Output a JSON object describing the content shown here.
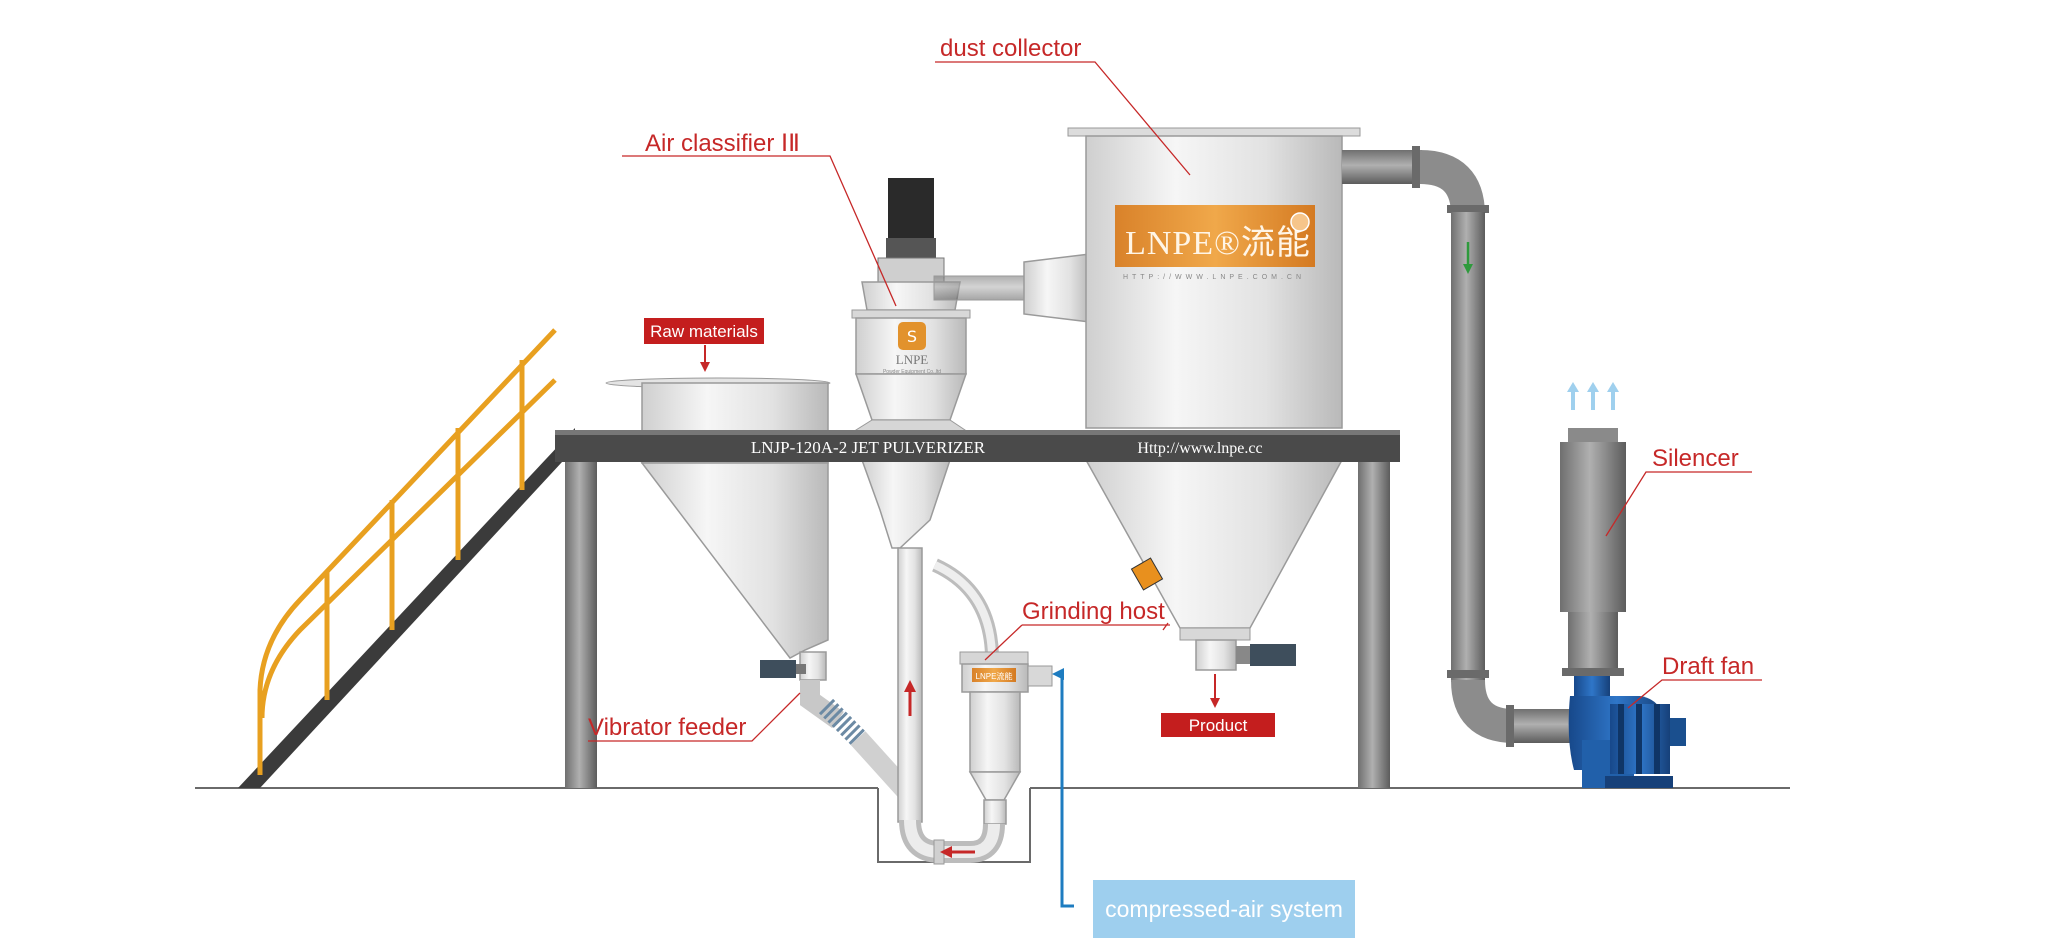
{
  "labels": {
    "dust_collector": "dust collector",
    "air_classifier": "Air classifier ⅠⅡ",
    "raw_materials": "Raw materials",
    "platform_model": "LNJP-120A-2 JET PULVERIZER",
    "platform_url": "Http://www.lnpe.cc",
    "grinding_host": "Grinding host",
    "vibrator_feeder": "Vibrator feeder",
    "product": "Product",
    "silencer": "Silencer",
    "draft_fan": "Draft fan",
    "compressed_air": "compressed-air system"
  },
  "branding": {
    "logo_text": "LNPE®流能",
    "logo_url": "HTTP://WWW.LNPE.COM.CN",
    "classifier_brand": "LNPE",
    "classifier_sub": "Powder Equipment Co.,ltd",
    "grinder_plate": "LNPE流能"
  },
  "colors": {
    "label_red": "#c62828",
    "tag_bg": "#c41e1e",
    "stair_orange": "#e8a020",
    "fan_blue": "#1f5fa8",
    "air_line_blue": "#1e7cc0",
    "air_box": "#9ecfee",
    "gold_badge": "#e2922c"
  }
}
